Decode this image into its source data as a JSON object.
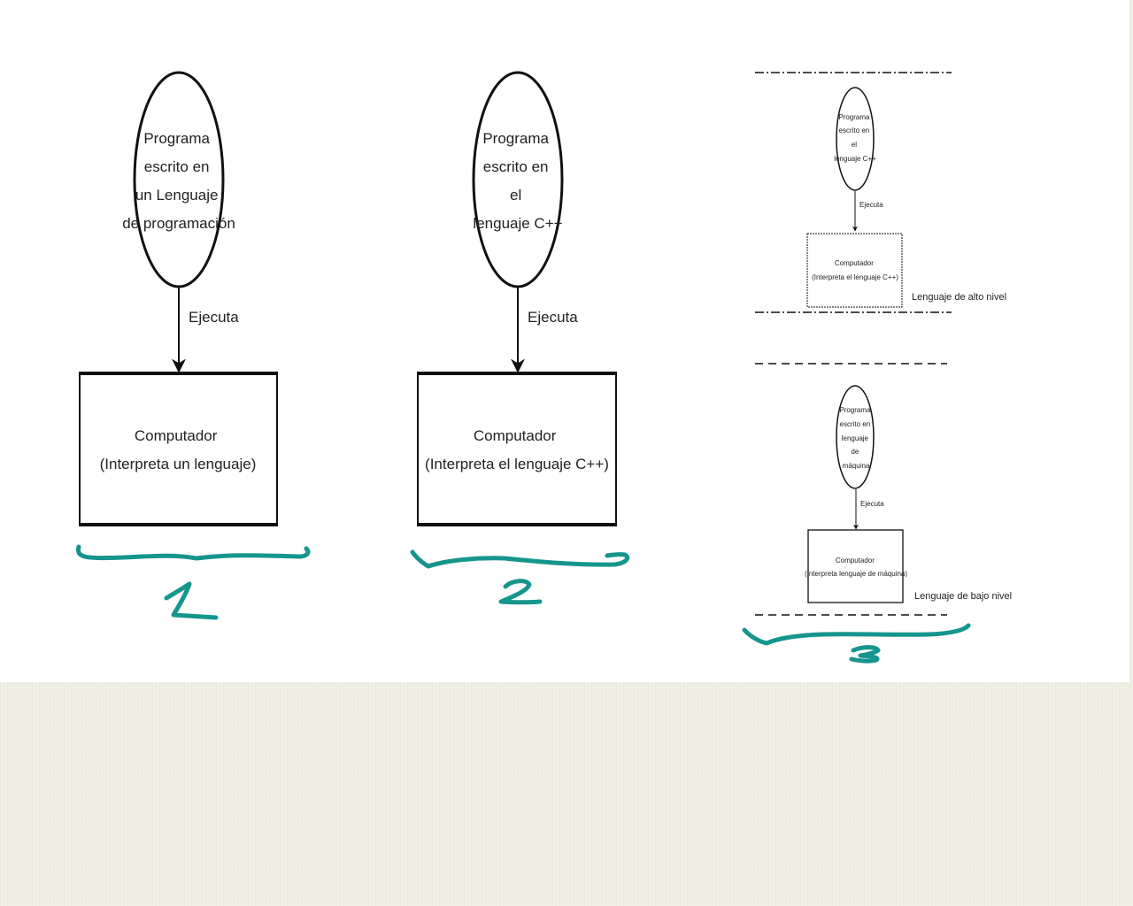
{
  "diagram1": {
    "ellipse_lines": [
      "Programa",
      "escrito en",
      "un Lenguaje",
      "de programación"
    ],
    "edge_label": "Ejecuta",
    "box_lines": [
      "Computador",
      "(Interpreta un lenguaje)"
    ],
    "handwritten_number": "1"
  },
  "diagram2": {
    "ellipse_lines": [
      "Programa",
      "escrito en",
      "el",
      "lenguaje C++"
    ],
    "edge_label": "Ejecuta",
    "box_lines": [
      "Computador",
      "(Interpreta el lenguaje C++)"
    ],
    "handwritten_number": "2"
  },
  "diagram3": {
    "top": {
      "ellipse_lines": [
        "Programa",
        "escrito en",
        "el",
        "lenguaje C++"
      ],
      "edge_label": "Ejecuta",
      "box_lines": [
        "Computador",
        "(Interpreta el lenguaje C++)"
      ],
      "level_label": "Lenguaje de alto nivel"
    },
    "bottom": {
      "ellipse_lines": [
        "Programa",
        "escrito en",
        "lenguaje",
        "de",
        "máquina"
      ],
      "edge_label": "Ejecuta",
      "box_lines": [
        "Computador",
        "(Interpreta lenguaje de máquina)"
      ],
      "level_label": "Lenguaje de bajo nivel"
    },
    "handwritten_number": "3"
  },
  "colors": {
    "ink": "#111111",
    "handwriting": "#15958e",
    "slide": "#ffffff",
    "background": "#eeeee2"
  }
}
